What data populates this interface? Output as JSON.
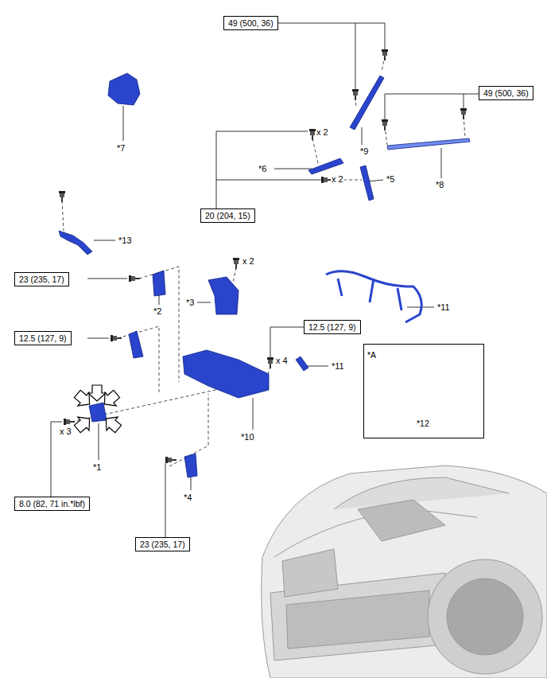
{
  "diagram": {
    "nodes": [
      {
        "text": [
          "49 (500, 36)"
        ]
      },
      {
        "text": [
          "49 (500, 36)"
        ]
      },
      {
        "text": [
          "20 (204, 15)"
        ]
      },
      {
        "text": [
          "23 (235, 17)"
        ]
      },
      {
        "text": [
          "12.5 (127, 9)"
        ]
      },
      {
        "text": [
          "12.5 (127, 9)"
        ]
      },
      {
        "text": [
          "*A",
          "*12"
        ]
      },
      {
        "text": [
          "8.0 (82, 71 in.*lbf)"
        ]
      },
      {
        "text": [
          "23 (235, 17)"
        ]
      }
    ],
    "labels": [
      "*7",
      "*9",
      "x 2",
      "*6",
      "x 2",
      "*5",
      "*8",
      "*13",
      "*2",
      "*3",
      "x 2",
      "*11",
      "x 4",
      "*11",
      "*10",
      "x 3",
      "*1",
      "*4"
    ]
  }
}
